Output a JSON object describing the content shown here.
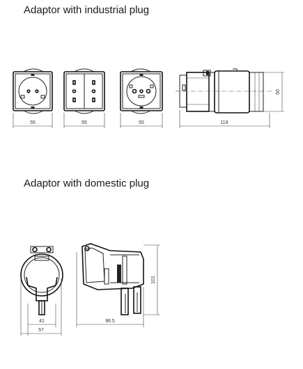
{
  "titles": {
    "industrial": "Adaptor with industrial plug",
    "domestic": "Adaptor with domestic plug"
  },
  "dimensions": {
    "socket_width_1": "55",
    "socket_width_2": "55",
    "socket_width_3": "55",
    "industrial_length": "119",
    "industrial_height": "50",
    "domestic_inner_width": "41",
    "domestic_outer_width": "57",
    "domestic_length": "96.5",
    "domestic_height": "101"
  }
}
